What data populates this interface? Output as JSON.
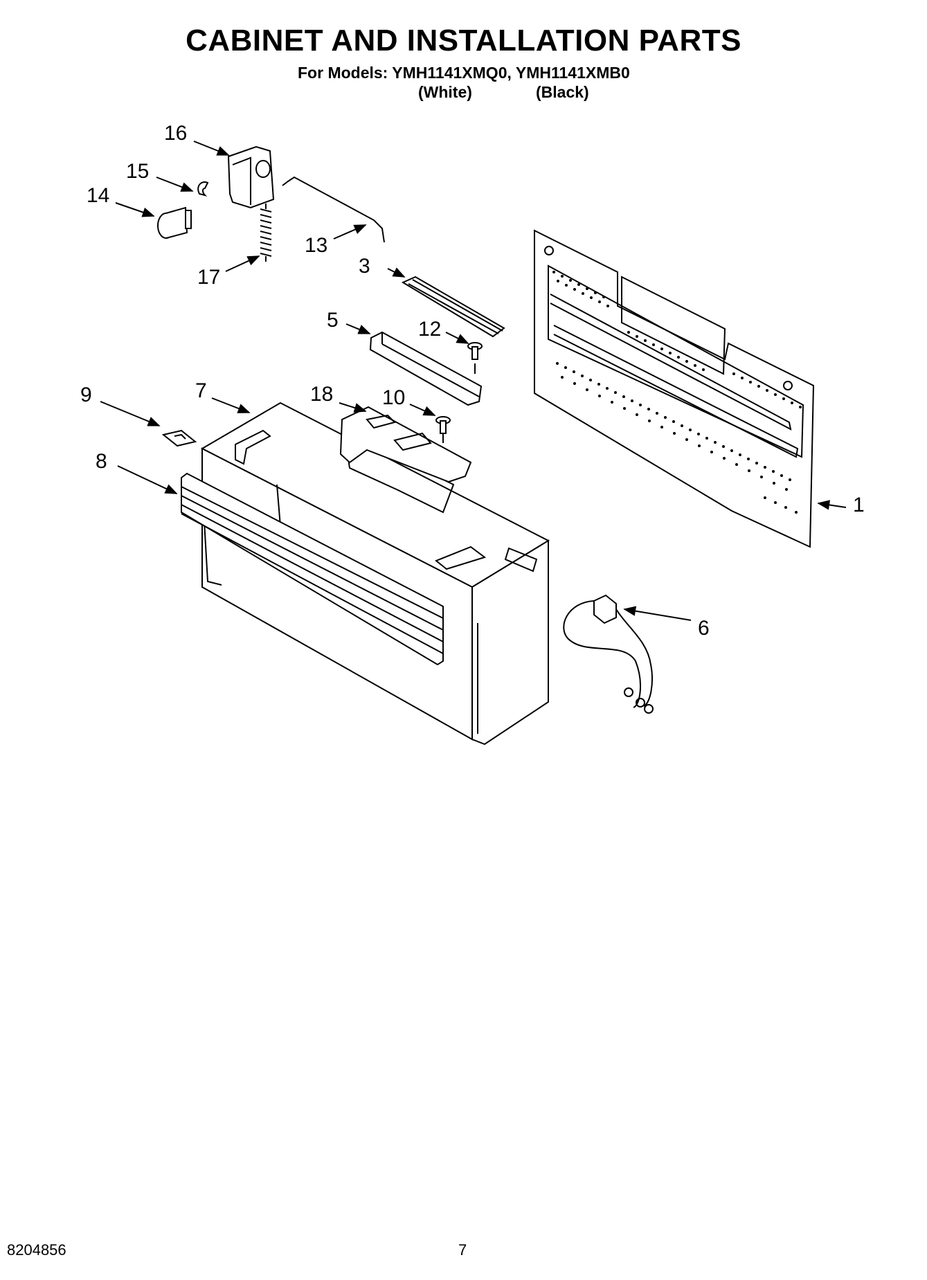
{
  "header": {
    "title": "CABINET AND INSTALLATION PARTS",
    "subtitle": "For Models: YMH1141XMQ0, YMH1141XMB0",
    "color_white": "(White)",
    "color_black": "(Black)"
  },
  "callouts": {
    "c1": "1",
    "c3": "3",
    "c5": "5",
    "c6": "6",
    "c7": "7",
    "c8": "8",
    "c9": "9",
    "c10": "10",
    "c12": "12",
    "c13": "13",
    "c14": "14",
    "c15": "15",
    "c16": "16",
    "c17": "17",
    "c18": "18"
  },
  "footer": {
    "doc_number": "8204856",
    "page_number": "7"
  }
}
